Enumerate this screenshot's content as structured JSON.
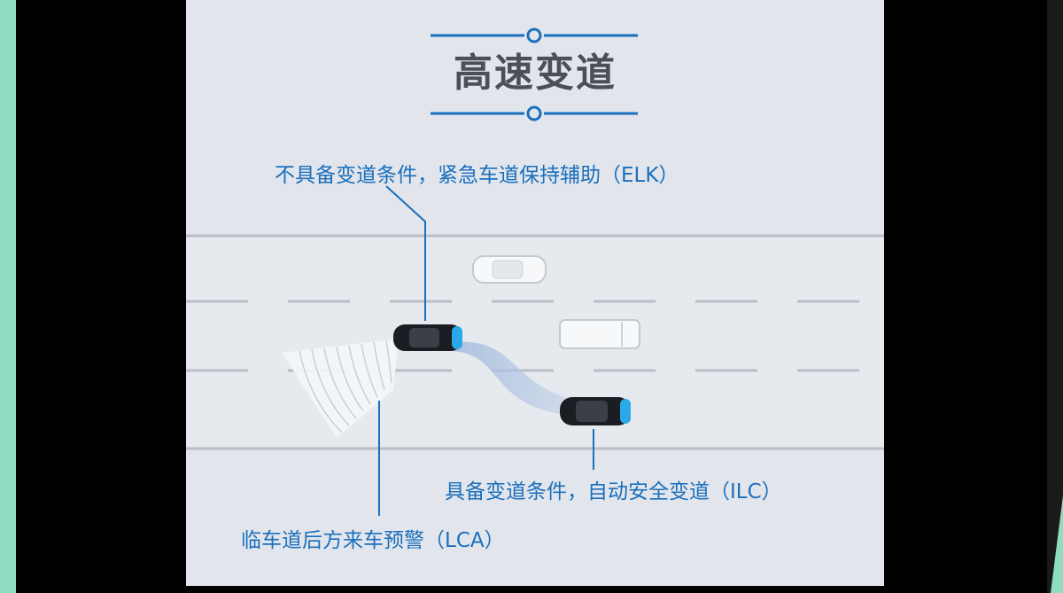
{
  "title": "高速变道",
  "labels": {
    "elk": "不具备变道条件，紧急车道保持辅助（ELK）",
    "ilc": "具备变道条件，自动安全变道（ILC）",
    "lca": "临车道后方来车预警（LCA）"
  },
  "colors": {
    "accent": "#1b6fbc",
    "title": "#4b4f57",
    "panel": "#e2e6ec",
    "car_body": "#1a1d22",
    "car_light": "#2ba8e8"
  }
}
